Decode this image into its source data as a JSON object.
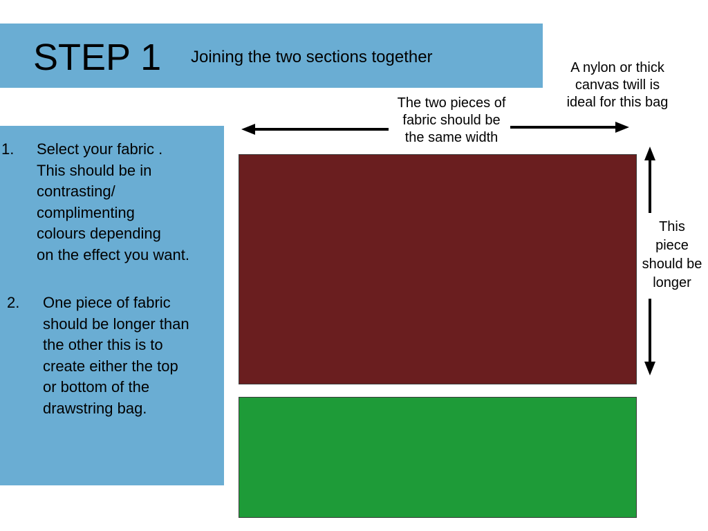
{
  "header": {
    "title": "STEP 1",
    "subtitle": "Joining the two sections together"
  },
  "steps": [
    {
      "number": "1.",
      "lines": [
        "Select your fabric .",
        "This should be in",
        "contrasting/",
        "complimenting",
        "colours depending",
        "on the effect you want."
      ]
    },
    {
      "number": "2.",
      "lines": [
        "One piece of fabric",
        "should be longer than",
        "the other this is to",
        "create either the top",
        "or bottom of the",
        "drawstring bag."
      ]
    }
  ],
  "notes": {
    "fabric_type": [
      "A nylon or thick",
      "canvas twill is",
      "ideal for this bag"
    ],
    "same_width": [
      "The two pieces of",
      "fabric should be",
      "the same width"
    ],
    "longer": [
      "This",
      "piece",
      "should be",
      "longer"
    ]
  },
  "colors": {
    "panel_blue": "#6aadd3",
    "fabric_top": "#6a1e1f",
    "fabric_bottom": "#1e9b38"
  }
}
